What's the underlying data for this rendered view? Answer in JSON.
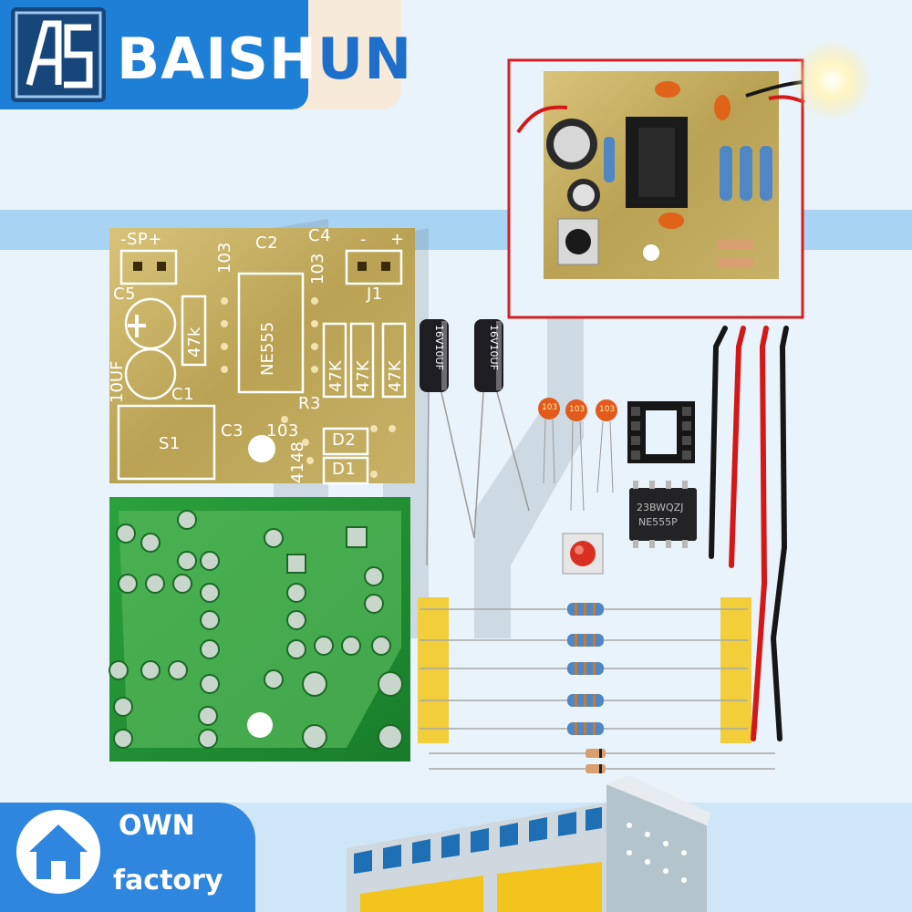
{
  "brand": {
    "name_part1": "BAISH",
    "name_part2": "UN"
  },
  "badge": {
    "line1": "OWN",
    "line2": "factory",
    "icon": "house-icon"
  },
  "pcb_silkscreen": {
    "sp": "-SP+",
    "c2": "C2",
    "c4": "C4",
    "code_103": "103",
    "minus": "-",
    "plus": "+",
    "c5": "C5",
    "j1": "J1",
    "chip": "NE555",
    "r47k": "47k",
    "r47K": "47K",
    "c10uf": "10UF",
    "c1": "C1",
    "r3": "R3",
    "s1": "S1",
    "c3": "C3",
    "d2": "D2",
    "d1": "D1",
    "diode": "4148"
  },
  "parts": {
    "cap_large_1": "16V10UF",
    "cap_large_2": "16V10UF",
    "ceramic_code": "103",
    "ic_line1": "23BWQZJ",
    "ic_line2": "NE555P"
  },
  "colors": {
    "brand_blue": "#1e7fd6",
    "pcb_yellow": "#c9b46a",
    "pcb_green": "#1f8f33",
    "highlight_red": "#d42020"
  }
}
